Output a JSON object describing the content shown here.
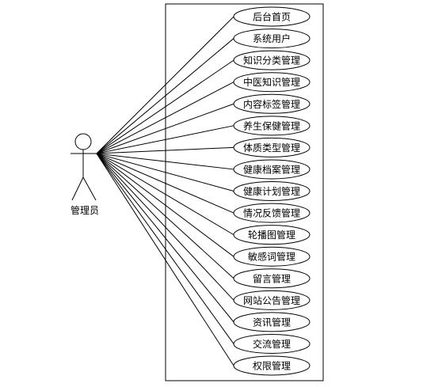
{
  "actor": {
    "label": "管理员"
  },
  "use_cases": [
    {
      "label": "后台首页"
    },
    {
      "label": "系统用户"
    },
    {
      "label": "知识分类管理"
    },
    {
      "label": "中医知识管理"
    },
    {
      "label": "内容标签管理"
    },
    {
      "label": "养生保健管理"
    },
    {
      "label": "体质类型管理"
    },
    {
      "label": "健康档案管理"
    },
    {
      "label": "健康计划管理"
    },
    {
      "label": "情况反馈管理"
    },
    {
      "label": "轮播图管理"
    },
    {
      "label": "敏感词管理"
    },
    {
      "label": "留言管理"
    },
    {
      "label": "网站公告管理"
    },
    {
      "label": "资讯管理"
    },
    {
      "label": "交流管理"
    },
    {
      "label": "权限管理"
    }
  ]
}
